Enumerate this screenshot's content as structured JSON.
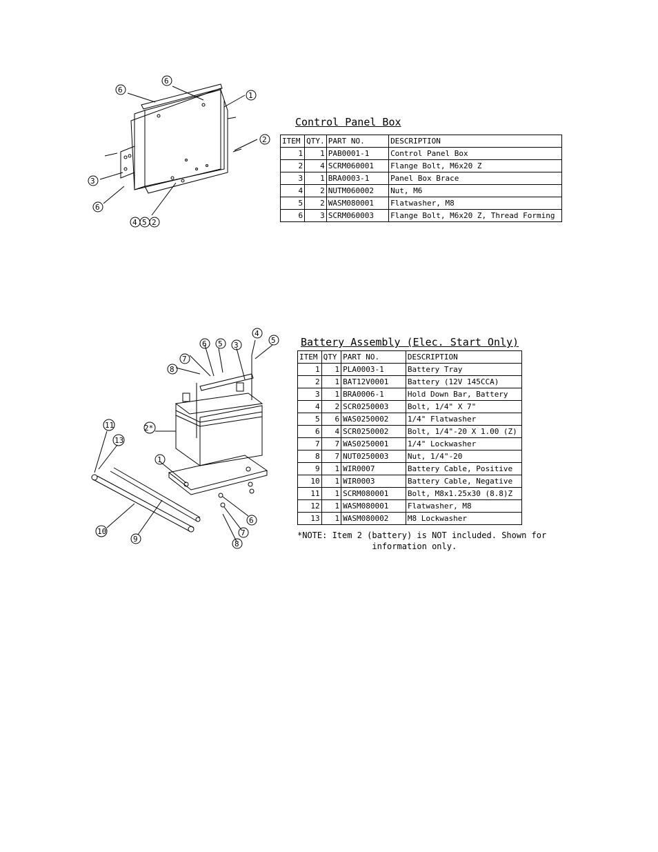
{
  "control_panel_box": {
    "title": "Control Panel Box",
    "headers": [
      "ITEM",
      "QTY.",
      "PART NO.",
      "DESCRIPTION"
    ],
    "rows": [
      [
        "1",
        "1",
        "PAB0001-1",
        "Control Panel Box"
      ],
      [
        "2",
        "4",
        "SCRM060001",
        "Flange Bolt, M6x20   Z"
      ],
      [
        "3",
        "1",
        "BRA0003-1",
        "Panel Box Brace"
      ],
      [
        "4",
        "2",
        "NUTM060002",
        "Nut, M6"
      ],
      [
        "5",
        "2",
        "WASM080001",
        "Flatwasher, M8"
      ],
      [
        "6",
        "3",
        "SCRM060003",
        "Flange Bolt, M6x20   Z, Thread Forming"
      ]
    ],
    "callouts": [
      "6",
      "6",
      "1",
      "2",
      "3",
      "6",
      "4",
      "5",
      "2"
    ]
  },
  "battery_assembly": {
    "title": "Battery Assembly (Elec. Start Only)",
    "headers": [
      "ITEM",
      "QTY",
      "PART NO.",
      "DESCRIPTION"
    ],
    "rows": [
      [
        "1",
        "1",
        "PLA0003-1",
        "Battery Tray"
      ],
      [
        "2",
        "1",
        "BAT12V0001",
        "Battery (12V 145CCA)"
      ],
      [
        "3",
        "1",
        "BRA0006-1",
        "Hold Down Bar, Battery"
      ],
      [
        "4",
        "2",
        "SCR0250003",
        "Bolt, 1/4\" X 7\""
      ],
      [
        "5",
        "6",
        "WAS0250002",
        "1/4\" Flatwasher"
      ],
      [
        "6",
        "4",
        "SCR0250002",
        "Bolt, 1/4\"-20 X 1.00 (Z)"
      ],
      [
        "7",
        "7",
        "WAS0250001",
        "1/4\" Lockwasher"
      ],
      [
        "8",
        "7",
        "NUT0250003",
        "Nut, 1/4\"-20"
      ],
      [
        "9",
        "1",
        "WIR0007",
        "Battery Cable, Positive"
      ],
      [
        "10",
        "1",
        "WIR0003",
        "Battery Cable, Negative"
      ],
      [
        "11",
        "1",
        "SCRM080001",
        "Bolt, M8x1.25x30 (8.8)Z"
      ],
      [
        "12",
        "1",
        "WASM080001",
        "Flatwasher, M8"
      ],
      [
        "13",
        "1",
        "WASM080002",
        "M8 Lockwasher"
      ]
    ],
    "note": "*NOTE: Item 2 (battery) is NOT included. Shown for\n               information only.",
    "callouts": [
      "4",
      "5",
      "6",
      "5",
      "3",
      "7",
      "8",
      "11",
      "13",
      "2*",
      "1",
      "6",
      "7",
      "8",
      "10",
      "9"
    ]
  }
}
